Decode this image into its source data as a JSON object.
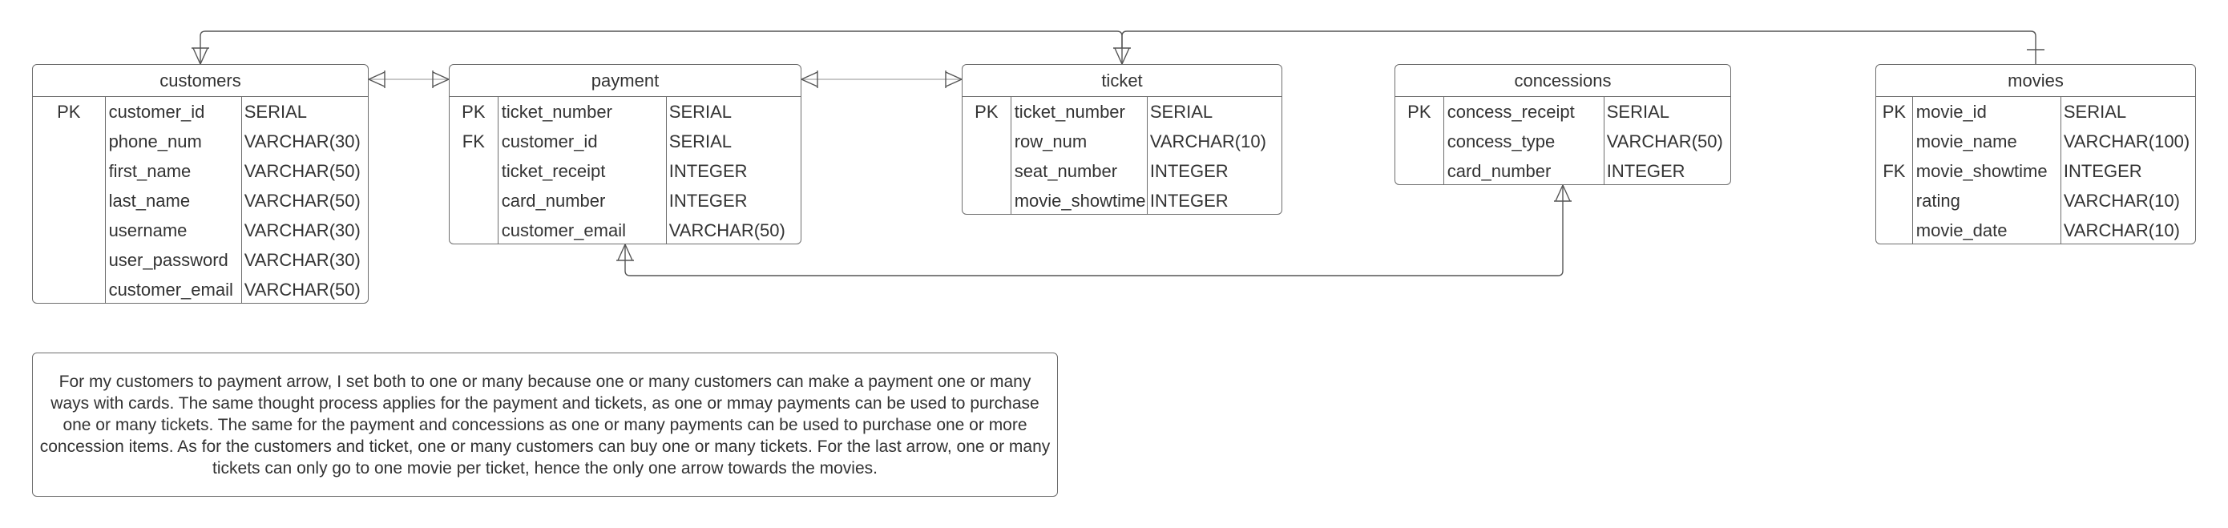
{
  "entities": [
    {
      "id": "customers",
      "name": "customers",
      "rows": [
        {
          "key": "PK",
          "column": "customer_id",
          "type": "SERIAL"
        },
        {
          "key": "",
          "column": "phone_num",
          "type": "VARCHAR(30)"
        },
        {
          "key": "",
          "column": "first_name",
          "type": "VARCHAR(50)"
        },
        {
          "key": "",
          "column": "last_name",
          "type": "VARCHAR(50)"
        },
        {
          "key": "",
          "column": "username",
          "type": "VARCHAR(30)"
        },
        {
          "key": "",
          "column": "user_password",
          "type": "VARCHAR(30)"
        },
        {
          "key": "",
          "column": "customer_email",
          "type": "VARCHAR(50)"
        }
      ]
    },
    {
      "id": "payment",
      "name": "payment",
      "rows": [
        {
          "key": "PK",
          "column": "ticket_number",
          "type": "SERIAL"
        },
        {
          "key": "FK",
          "column": "customer_id",
          "type": "SERIAL"
        },
        {
          "key": "",
          "column": "ticket_receipt",
          "type": "INTEGER"
        },
        {
          "key": "",
          "column": "card_number",
          "type": "INTEGER"
        },
        {
          "key": "",
          "column": "customer_email",
          "type": "VARCHAR(50)"
        }
      ]
    },
    {
      "id": "ticket",
      "name": "ticket",
      "rows": [
        {
          "key": "PK",
          "column": "ticket_number",
          "type": "SERIAL"
        },
        {
          "key": "",
          "column": "row_num",
          "type": "VARCHAR(10)"
        },
        {
          "key": "",
          "column": "seat_number",
          "type": "INTEGER"
        },
        {
          "key": "",
          "column": "movie_showtime",
          "type": "INTEGER"
        }
      ]
    },
    {
      "id": "concessions",
      "name": "concessions",
      "rows": [
        {
          "key": "PK",
          "column": "concess_receipt",
          "type": "SERIAL"
        },
        {
          "key": "",
          "column": "concess_type",
          "type": "VARCHAR(50)"
        },
        {
          "key": "",
          "column": "card_number",
          "type": "INTEGER"
        }
      ]
    },
    {
      "id": "movies",
      "name": "movies",
      "rows": [
        {
          "key": "PK",
          "column": "movie_id",
          "type": "SERIAL"
        },
        {
          "key": "",
          "column": "movie_name",
          "type": "VARCHAR(100)"
        },
        {
          "key": "FK",
          "column": "movie_showtime",
          "type": "INTEGER"
        },
        {
          "key": "",
          "column": "rating",
          "type": "VARCHAR(10)"
        },
        {
          "key": "",
          "column": "movie_date",
          "type": "VARCHAR(10)"
        }
      ]
    }
  ],
  "relationships": [
    {
      "from": "customers",
      "to": "payment",
      "from_cardinality": "one-or-many",
      "to_cardinality": "one-or-many"
    },
    {
      "from": "payment",
      "to": "ticket",
      "from_cardinality": "one-or-many",
      "to_cardinality": "one-or-many"
    },
    {
      "from": "customers",
      "to": "ticket",
      "from_cardinality": "one-or-many",
      "to_cardinality": "one-or-many"
    },
    {
      "from": "ticket",
      "to": "movies",
      "from_cardinality": "one-or-many",
      "to_cardinality": "one"
    },
    {
      "from": "payment",
      "to": "concessions",
      "from_cardinality": "one-or-many",
      "to_cardinality": "one-or-many"
    }
  ],
  "note": {
    "text": "For my customers to payment arrow, I set both to one or many because one or many customers can make a payment one or many ways with cards. The same thought process applies for the payment and tickets, as one or mmay payments can be used to purchase one or many tickets. The same for the payment and concessions as one or many payments can be used to purchase one or more concession items. As for the customers and ticket, one or many customers can buy one or many tickets. For the last arrow, one or many tickets can only go to one movie per ticket, hence the only one arrow towards the movies."
  },
  "colors": {
    "border": "#6e6e6e",
    "text": "#333333",
    "connector": "#555555",
    "connector_light": "#b5b5b5"
  }
}
